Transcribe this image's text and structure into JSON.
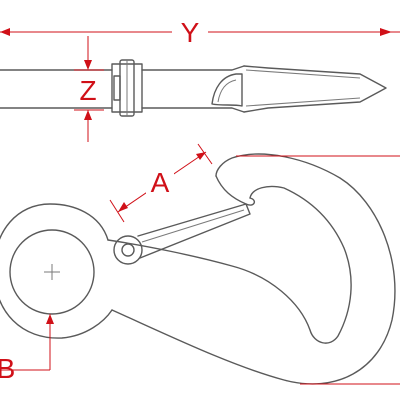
{
  "dimensions": {
    "y_label": "Y",
    "z_label": "Z",
    "a_label": "A",
    "b_label": "B"
  },
  "colors": {
    "dimension": "#d01018",
    "outline": "#5a5a5a",
    "background": "#ffffff"
  }
}
